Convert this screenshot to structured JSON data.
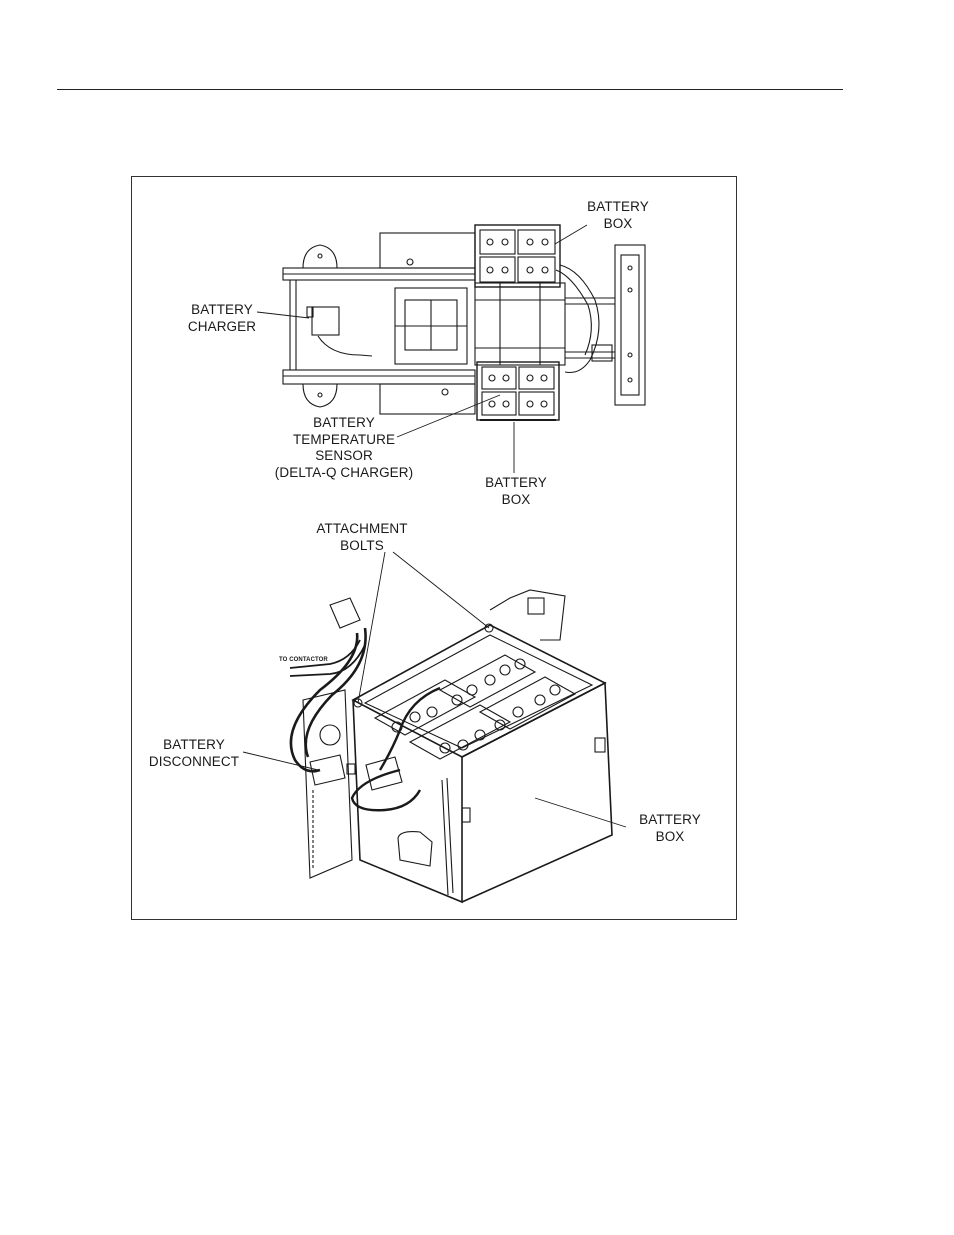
{
  "labels": {
    "top_battery_box": [
      "BATTERY",
      "BOX"
    ],
    "battery_charger": [
      "BATTERY",
      "CHARGER"
    ],
    "temperature_sensor": [
      "BATTERY",
      "TEMPERATURE",
      "SENSOR",
      "(DELTA-Q CHARGER)"
    ],
    "bottom_battery_box": [
      "BATTERY",
      "BOX"
    ],
    "attachment_bolts": [
      "ATTACHMENT",
      "BOLTS"
    ],
    "to_contactor": "TO CONTACTOR",
    "battery_disconnect": [
      "BATTERY",
      "DISCONNECT"
    ],
    "detail_battery_box": [
      "BATTERY",
      "BOX"
    ]
  }
}
